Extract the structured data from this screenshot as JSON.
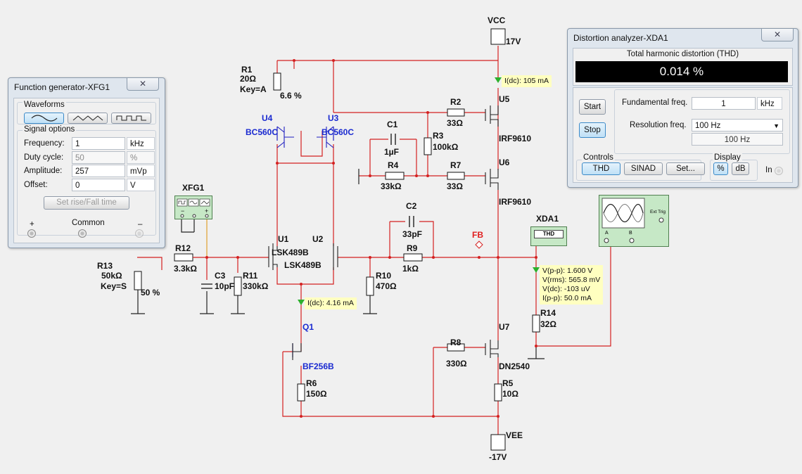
{
  "function_generator": {
    "title": "Function generator-XFG1",
    "close_icon": "close-x-icon",
    "waveforms_label": "Waveforms",
    "waveforms": [
      {
        "name": "sine",
        "icon": "sine-wave-icon",
        "selected": true
      },
      {
        "name": "triangle",
        "icon": "triangle-wave-icon",
        "selected": false
      },
      {
        "name": "square",
        "icon": "square-wave-icon",
        "selected": false
      }
    ],
    "signal_options_label": "Signal options",
    "frequency": {
      "label": "Frequency:",
      "value": "1",
      "unit": "kHz"
    },
    "duty_cycle": {
      "label": "Duty cycle:",
      "value": "50",
      "unit": "%"
    },
    "amplitude": {
      "label": "Amplitude:",
      "value": "257",
      "unit": "mVp"
    },
    "offset": {
      "label": "Offset:",
      "value": "0",
      "unit": "V"
    },
    "rise_fall_button": "Set rise/Fall time",
    "terminals": {
      "plus": "+",
      "common": "Common",
      "minus": "–"
    }
  },
  "distortion_analyzer": {
    "title": "Distortion analyzer-XDA1",
    "close_icon": "close-x-icon",
    "thd_label": "Total harmonic distortion (THD)",
    "thd_value": "0.014 %",
    "start_button": "Start",
    "stop_button": "Stop",
    "fundamental_label": "Fundamental freq.",
    "fundamental_value": "1",
    "fundamental_unit": "kHz",
    "resolution_label": "Resolution freq.",
    "resolution_value": "100 Hz",
    "resolution_display": "100 Hz",
    "controls_label": "Controls",
    "thd_button": "THD",
    "sinad_button": "SINAD",
    "set_button": "Set...",
    "display_label": "Display",
    "percent_button": "%",
    "db_button": "dB",
    "in_label": "In"
  },
  "schematic": {
    "labels": {
      "vcc": "VCC",
      "vcc_v": "17V",
      "vee": "VEE",
      "vee_v": "-17V",
      "r1": "R1",
      "r1_val": "20Ω",
      "r1_key": "Key=A",
      "r1_pct": "6.6 %",
      "u4": "U4",
      "u3": "U3",
      "bc560_l": "BC560C",
      "bc560_r": "BC560C",
      "c1": "C1",
      "c1_val": "1µF",
      "r3": "R3",
      "r3_val": "100kΩ",
      "r4": "R4",
      "r4_val": "33kΩ",
      "r2": "R2",
      "r2_val": "33Ω",
      "r7": "R7",
      "r7_val": "33Ω",
      "u5": "U5",
      "irf_u5": "IRF9610",
      "u6": "U6",
      "irf_u6": "IRF9610",
      "c2": "C2",
      "c2_val": "33pF",
      "fb": "FB",
      "r9": "R9",
      "r9_val": "1kΩ",
      "u1": "U1",
      "u2": "U2",
      "lsk_u1": "LSK489B",
      "lsk_u2": "LSK489B",
      "r10": "R10",
      "r10_val": "470Ω",
      "xfg1": "XFG1",
      "r12": "R12",
      "r12_val": "3.3kΩ",
      "c3": "C3",
      "c3_val": "10pF",
      "r11": "R11",
      "r11_val": "330kΩ",
      "r13": "R13",
      "r13_val": "50kΩ",
      "r13_key": "Key=S",
      "r13_pct": "50 %",
      "q1": "Q1",
      "bf256": "BF256B",
      "r6": "R6",
      "r6_val": "150Ω",
      "r8": "R8",
      "r8_val": "330Ω",
      "u7": "U7",
      "dn2540": "DN2540",
      "r5": "R5",
      "r5_val": "10Ω",
      "xda1": "XDA1",
      "thd_inst": "THD",
      "r14": "R14",
      "r14_val": "32Ω",
      "scope_a": "A",
      "scope_b": "B",
      "scope_ext": "Ext Trig"
    },
    "probe_top": "I(dc): 105 mA",
    "probe_mid": "I(dc): 4.16 mA",
    "probe_right": [
      "V(p-p): 1.600 V",
      "V(rms): 565.8 mV",
      "V(dc): -103 uV",
      "I(p-p): 50.0 mA"
    ]
  },
  "colors": {
    "wire": "#d42020",
    "wire_alt": "#2a2a2a",
    "blue_label": "#1a2ad0",
    "probe_bg": "#ffffc0",
    "instrument": "#c6e8c6"
  }
}
